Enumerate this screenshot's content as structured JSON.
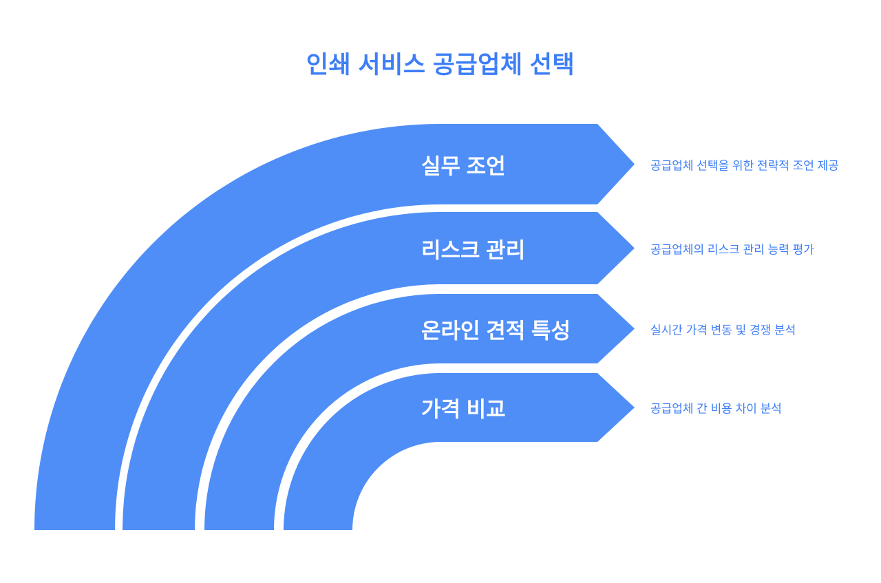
{
  "title": "인쇄 서비스 공급업체 선택",
  "colors": {
    "band": "#4f8ef7",
    "title": "#3d7ef7",
    "description": "#3d7ef7",
    "label": "#ffffff"
  },
  "items": [
    {
      "label": "실무 조언",
      "description": "공급업체 선택을 위한 전략적 조언 제공"
    },
    {
      "label": "리스크 관리",
      "description": "공급업체의 리스크 관리 능력 평가"
    },
    {
      "label": "온라인 견적 특성",
      "description": "실시간 가격 변동 및 경쟁 분석"
    },
    {
      "label": "가격 비교",
      "description": "공급업체 간 비용 차이 분석"
    }
  ]
}
